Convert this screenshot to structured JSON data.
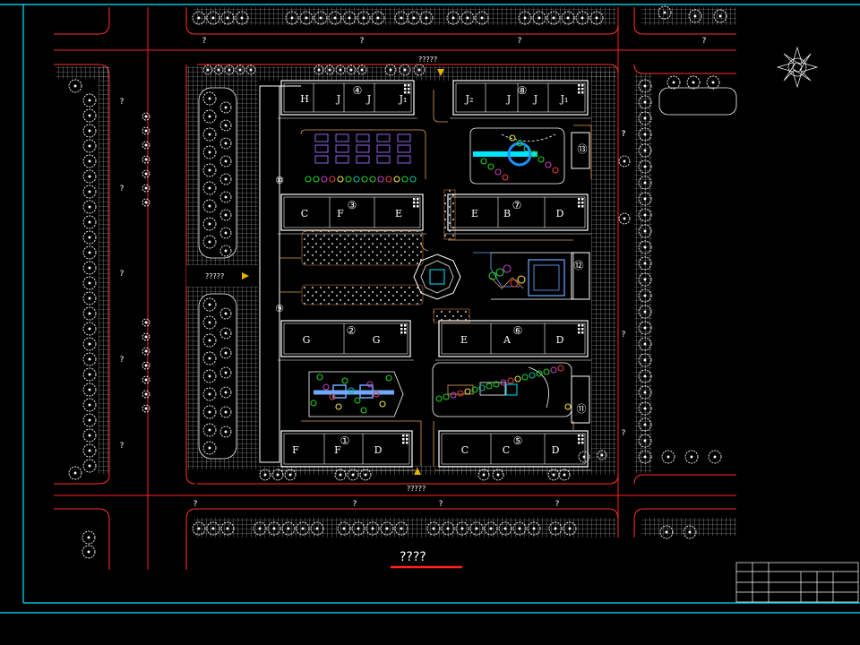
{
  "title": "????",
  "road_labels": {
    "top": [
      "?",
      "?",
      "?",
      "?"
    ],
    "bottom": [
      "?",
      "?",
      "?",
      "?"
    ],
    "left": [
      "?",
      "?",
      "?",
      "?",
      "?"
    ],
    "right": [
      "?",
      "?",
      "?",
      "?"
    ]
  },
  "gate_labels": {
    "north": "?????",
    "west": "?????",
    "south": "?????"
  },
  "buildings": [
    {
      "num": "④",
      "units": [
        "H",
        "J",
        "J",
        "J₁"
      ]
    },
    {
      "num": "⑧",
      "units": [
        "J₂",
        "J",
        "J",
        "J₁"
      ]
    },
    {
      "num": "③",
      "units": [
        "C",
        "F",
        "E"
      ]
    },
    {
      "num": "⑦",
      "units": [
        "E",
        "B",
        "D"
      ]
    },
    {
      "num": "②",
      "units": [
        "G",
        "G"
      ]
    },
    {
      "num": "⑥",
      "units": [
        "E",
        "A",
        "D"
      ]
    },
    {
      "num": "①",
      "units": [
        "F",
        "F",
        "D"
      ]
    },
    {
      "num": "⑤",
      "units": [
        "C",
        "C",
        "D"
      ]
    }
  ],
  "facility_numbers": [
    "⑩",
    "⑨",
    "⑬",
    "⑫",
    "⑪"
  ],
  "colors": {
    "frame": "#00e5ff",
    "road": "#ff2020",
    "building": "#ffffff",
    "tree": "#ffffff",
    "garden": "#20d020",
    "grid": "#cfcfcf",
    "path": "#e0a050"
  }
}
